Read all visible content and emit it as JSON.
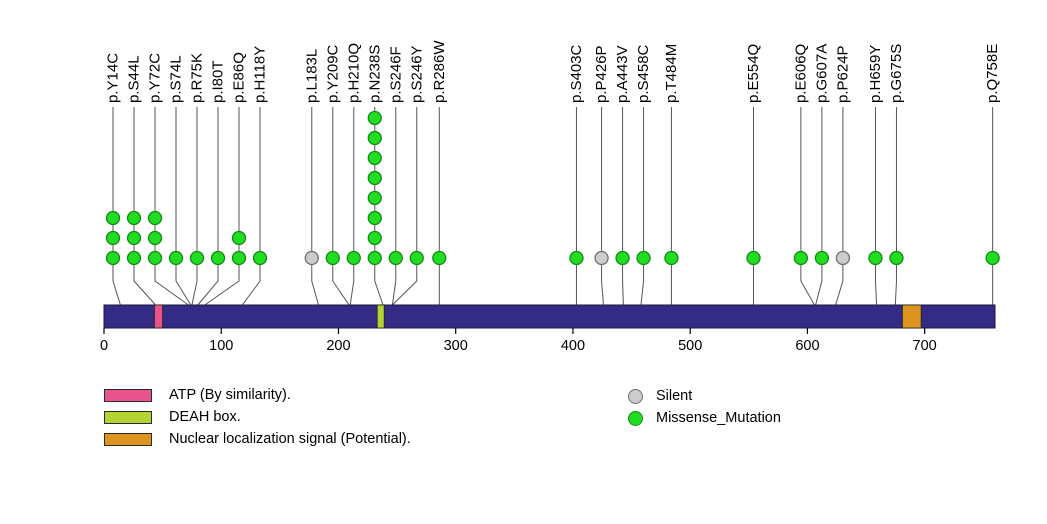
{
  "chart_data": {
    "type": "lollipop",
    "title": "",
    "protein_length": 760,
    "x_ticks": [
      0,
      100,
      200,
      300,
      400,
      500,
      600,
      700
    ],
    "backbone_color": "#332b84",
    "stick_color": "#555555",
    "mutation_types": {
      "Missense_Mutation": {
        "label": "Missense_Mutation",
        "fill": "#21dd21",
        "stroke": "#128a12"
      },
      "Silent": {
        "label": "Silent",
        "fill": "#cccccc",
        "stroke": "#6e6e6e"
      }
    },
    "domains": [
      {
        "label": "ATP (By similarity).",
        "start": 43,
        "end": 50,
        "color": "#e8538c"
      },
      {
        "label": "DEAH box.",
        "start": 233,
        "end": 239,
        "color": "#b3d335"
      },
      {
        "label": "Nuclear localization signal (Potential).",
        "start": 681,
        "end": 697,
        "color": "#dc941f"
      }
    ],
    "mutations": [
      {
        "label": "p.Y14C",
        "pos": 14,
        "count": 3,
        "type": "Missense_Mutation"
      },
      {
        "label": "p.S44L",
        "pos": 44,
        "count": 3,
        "type": "Missense_Mutation"
      },
      {
        "label": "p.Y72C",
        "pos": 72,
        "count": 3,
        "type": "Missense_Mutation"
      },
      {
        "label": "p.S74L",
        "pos": 74,
        "count": 1,
        "type": "Missense_Mutation"
      },
      {
        "label": "p.R75K",
        "pos": 75,
        "count": 1,
        "type": "Missense_Mutation"
      },
      {
        "label": "p.I80T",
        "pos": 80,
        "count": 1,
        "type": "Missense_Mutation"
      },
      {
        "label": "p.E86Q",
        "pos": 86,
        "count": 2,
        "type": "Missense_Mutation"
      },
      {
        "label": "p.H118Y",
        "pos": 118,
        "count": 1,
        "type": "Missense_Mutation"
      },
      {
        "label": "p.L183L",
        "pos": 183,
        "count": 1,
        "type": "Silent"
      },
      {
        "label": "p.Y209C",
        "pos": 209,
        "count": 1,
        "type": "Missense_Mutation"
      },
      {
        "label": "p.H210Q",
        "pos": 210,
        "count": 1,
        "type": "Missense_Mutation"
      },
      {
        "label": "p.N238S",
        "pos": 238,
        "count": 8,
        "type": "Missense_Mutation"
      },
      {
        "label": "p.S246F",
        "pos": 246,
        "count": 1,
        "type": "Missense_Mutation"
      },
      {
        "label": "p.S246Y",
        "pos": 246,
        "count": 1,
        "type": "Missense_Mutation"
      },
      {
        "label": "p.R286W",
        "pos": 286,
        "count": 1,
        "type": "Missense_Mutation"
      },
      {
        "label": "p.S403C",
        "pos": 403,
        "count": 1,
        "type": "Missense_Mutation"
      },
      {
        "label": "p.P426P",
        "pos": 426,
        "count": 1,
        "type": "Silent"
      },
      {
        "label": "p.A443V",
        "pos": 443,
        "count": 1,
        "type": "Missense_Mutation"
      },
      {
        "label": "p.S458C",
        "pos": 458,
        "count": 1,
        "type": "Missense_Mutation"
      },
      {
        "label": "p.T484M",
        "pos": 484,
        "count": 1,
        "type": "Missense_Mutation"
      },
      {
        "label": "p.E554Q",
        "pos": 554,
        "count": 1,
        "type": "Missense_Mutation"
      },
      {
        "label": "p.E606Q",
        "pos": 606,
        "count": 1,
        "type": "Missense_Mutation"
      },
      {
        "label": "p.G607A",
        "pos": 607,
        "count": 1,
        "type": "Missense_Mutation"
      },
      {
        "label": "p.P624P",
        "pos": 624,
        "count": 1,
        "type": "Silent"
      },
      {
        "label": "p.H659Y",
        "pos": 659,
        "count": 1,
        "type": "Missense_Mutation"
      },
      {
        "label": "p.G675S",
        "pos": 675,
        "count": 1,
        "type": "Missense_Mutation"
      },
      {
        "label": "p.Q758E",
        "pos": 758,
        "count": 1,
        "type": "Missense_Mutation"
      }
    ],
    "legend": {
      "domain_items": [
        {
          "label": "ATP (By similarity).",
          "color": "#e8538c"
        },
        {
          "label": "DEAH box.",
          "color": "#b3d335"
        },
        {
          "label": "Nuclear localization signal (Potential).",
          "color": "#dc941f"
        }
      ],
      "mutation_items": [
        {
          "label": "Silent",
          "fill": "#cccccc",
          "stroke": "#6e6e6e"
        },
        {
          "label": "Missense_Mutation",
          "fill": "#21dd21",
          "stroke": "#128a12"
        }
      ]
    }
  }
}
